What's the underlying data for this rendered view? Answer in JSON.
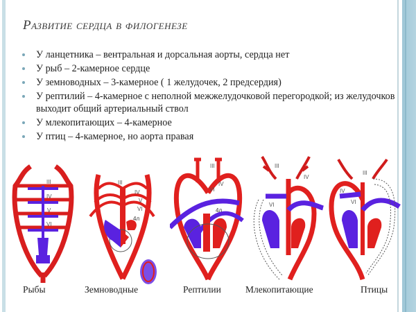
{
  "slide": {
    "title": "Развитие сердца в филогенезе",
    "bullets": [
      "У ланцетника – вентральная и дорсальная аорты, сердца нет",
      "У рыб – 2-камерное сердце",
      "У земноводных – 3-камерное ( 1 желудочек, 2 предсердия)",
      "У рептилий – 4-камерное с неполной межжелудочковой перегородкой; из желудочков выходит общий артериальный ствол",
      "У млекопитающих – 4-камерное",
      "У птиц – 4-камерное, но аорта правая"
    ],
    "diagrams": [
      {
        "caption": "Рыбы",
        "labels": [
          "III",
          "IV",
          "V",
          "VI"
        ]
      },
      {
        "caption": "Земноводные",
        "labels": [
          "III",
          "IV",
          "V",
          "VI",
          "4л"
        ]
      },
      {
        "caption": "Рептилии",
        "labels": [
          "III",
          "IV",
          "VI",
          "4л"
        ]
      },
      {
        "caption": "Млекопитающие",
        "labels": [
          "III",
          "IV",
          "VI"
        ]
      },
      {
        "caption": "Птицы",
        "labels": [
          "III",
          "IV",
          "VI"
        ]
      }
    ],
    "colors": {
      "artery": "#e0201e",
      "vein": "#5a22e0",
      "frame": "#a7ccdb",
      "bullet": "#7aa7b8"
    }
  }
}
